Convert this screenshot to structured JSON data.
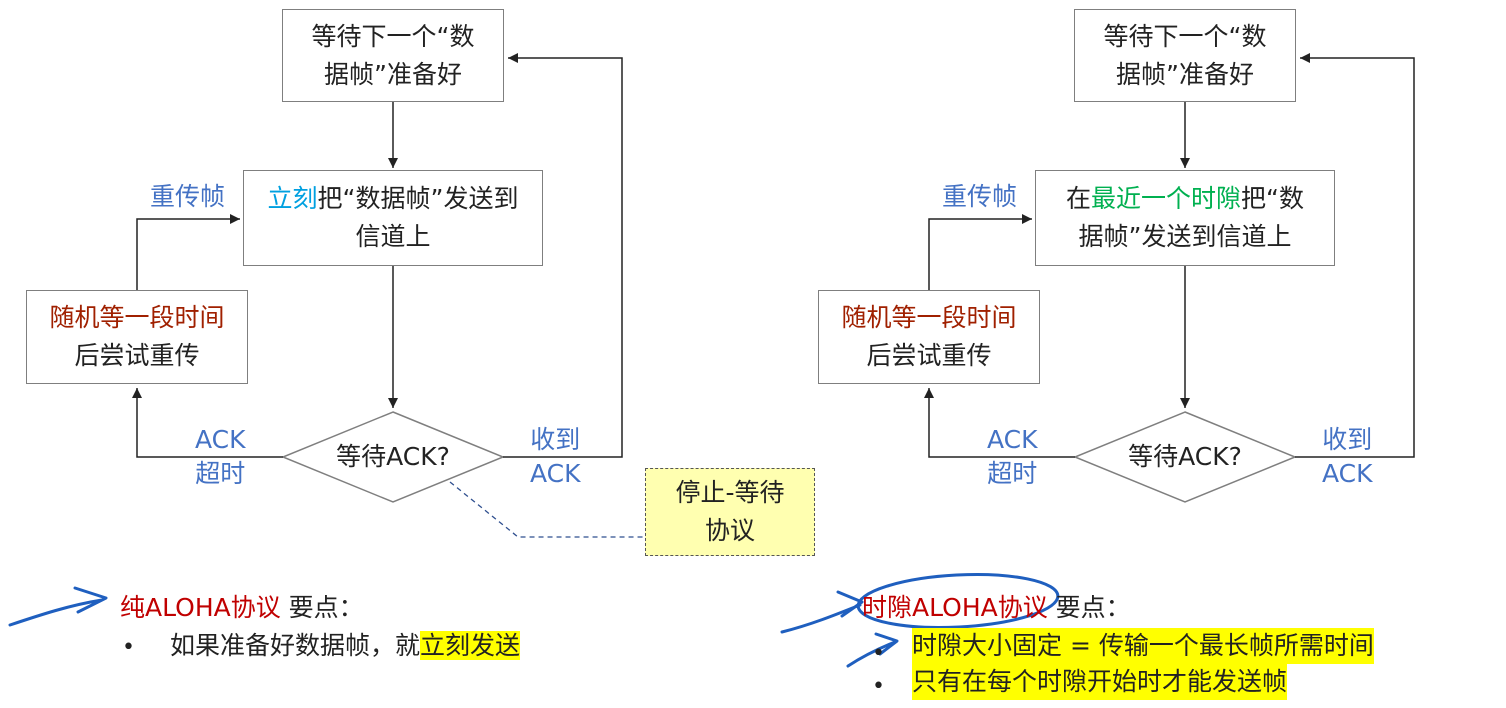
{
  "left": {
    "box_wait": [
      "等待下一个“数",
      "据帧”准备好"
    ],
    "box_send": {
      "pre": "立刻",
      "post_line1": "把“数据帧”发送到",
      "line2": "信道上"
    },
    "box_random": {
      "line1": "随机等一段时间",
      "line2": "后尝试重传"
    },
    "decision": "等待ACK?",
    "label_retransmit": "重传帧",
    "label_timeout": [
      "ACK",
      "超时"
    ],
    "label_received": [
      "收到",
      "ACK"
    ],
    "note": [
      "停止-等待",
      "协议"
    ]
  },
  "right": {
    "box_wait": [
      "等待下一个“数",
      "据帧”准备好"
    ],
    "box_send": {
      "pre": "在",
      "highlight": "最近一个时隙",
      "post_line1": "把“数",
      "line2": "据帧”发送到信道上"
    },
    "box_random": {
      "line1": "随机等一段时间",
      "line2": "后尝试重传"
    },
    "decision": "等待ACK?",
    "label_retransmit": "重传帧",
    "label_timeout": [
      "ACK",
      "超时"
    ],
    "label_received": [
      "收到",
      "ACK"
    ]
  },
  "bottom_left": {
    "title": "纯ALOHA协议",
    "title_suffix": "要点：",
    "bullet_prefix": "如果准备好数据帧，就",
    "bullet_highlight": "立刻发送"
  },
  "bottom_right": {
    "title": "时隙ALOHA协议",
    "title_suffix": "要点：",
    "bullets": [
      "时隙大小固定 = 传输一个最长帧所需时间",
      "只有在每个时隙开始时才能发送帧"
    ]
  },
  "colors": {
    "accent_label": "#4472c4",
    "emphasis_cyan": "#00a0e0",
    "emphasis_green": "#00b050",
    "emphasis_brown": "#a02000",
    "title_red": "#c00000",
    "highlight": "#ffff00",
    "annotation_ink": "#1f5fbf"
  }
}
